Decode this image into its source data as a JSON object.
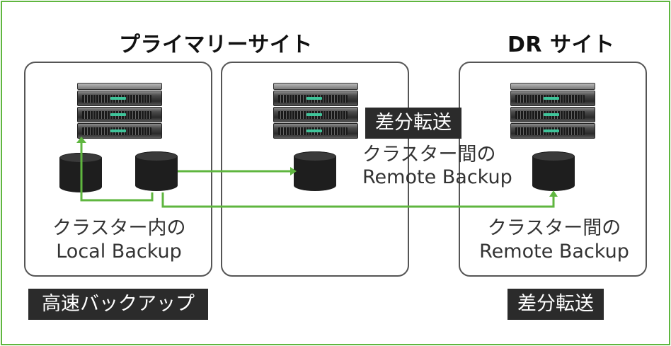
{
  "sites": {
    "primary_title": "プライマリーサイト",
    "dr_title": "DR サイト"
  },
  "labels": {
    "local_line1": "クラスター内の",
    "local_line2": "Local Backup",
    "remote_mid_line1": "クラスター間の",
    "remote_mid_line2": "Remote Backup",
    "remote_dr_line1": "クラスター間の",
    "remote_dr_line2": "Remote Backup"
  },
  "tags": {
    "middle_transfer": "差分転送",
    "fast_backup": "高速バックアップ",
    "dr_transfer": "差分転送"
  },
  "colors": {
    "frame": "#5fb63f",
    "arrow": "#5fb63f",
    "box_border": "#555555",
    "tag_bg": "#2b2b2b"
  },
  "icons": [
    "server-rack-icon",
    "database-icon",
    "arrow-icon"
  ]
}
